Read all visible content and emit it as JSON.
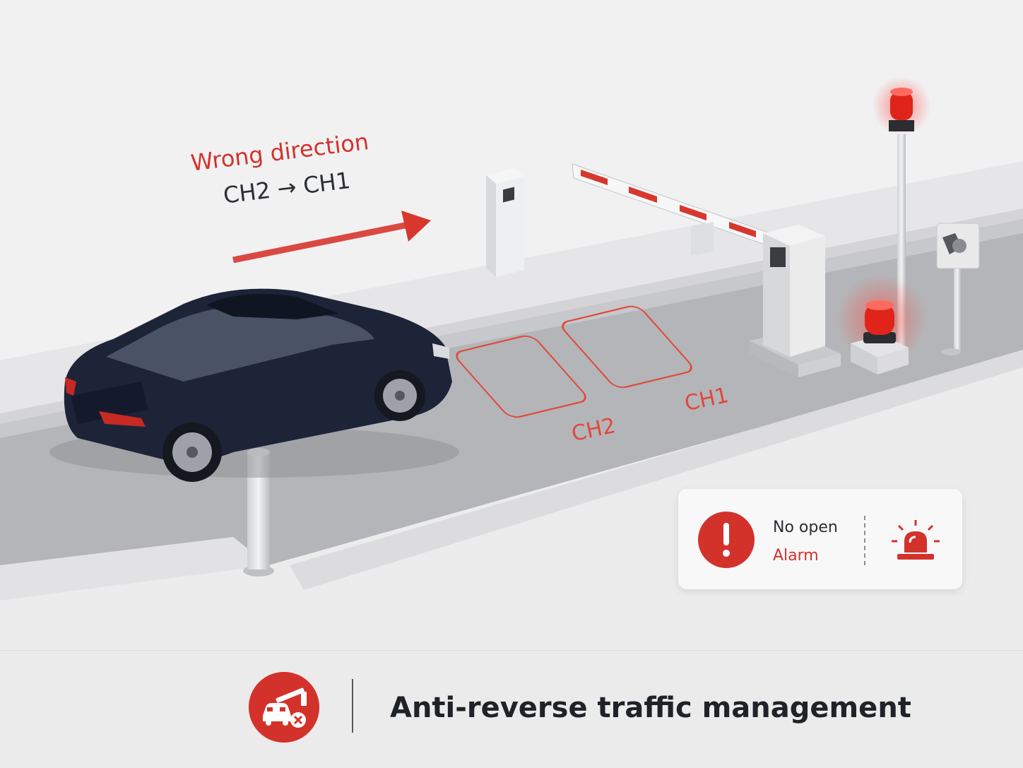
{
  "annotation": {
    "wrong_title": "Wrong direction",
    "wrong_sub": "CH2 → CH1"
  },
  "loops": {
    "ch2": "CH2",
    "ch1": "CH1"
  },
  "status_card": {
    "line1": "No open",
    "line2": "Alarm",
    "icon": "alert-icon",
    "beacon_icon": "alarm-beacon-icon"
  },
  "footer": {
    "title": "Anti-reverse traffic management",
    "icon": "anti-reverse-car-barrier-icon"
  },
  "colors": {
    "accent_red": "#d3322b",
    "text_dark": "#1f2226",
    "car_body": "#1d2438"
  }
}
